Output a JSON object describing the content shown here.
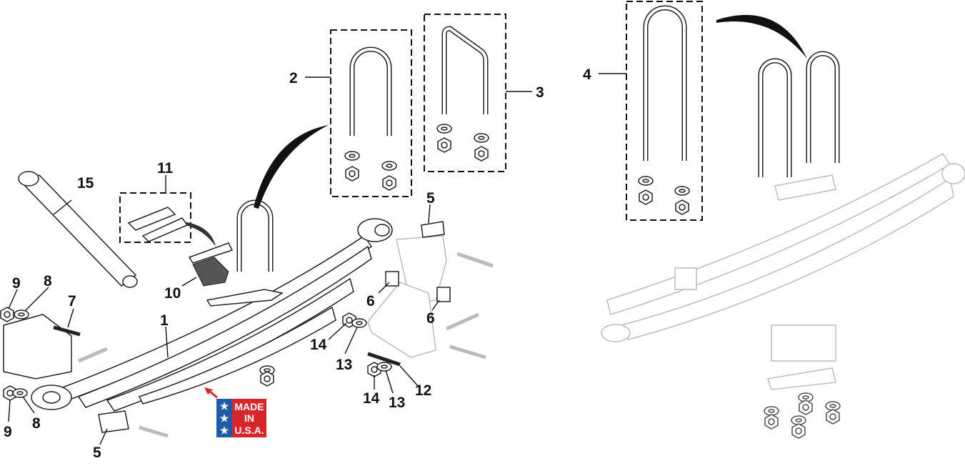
{
  "diagram": {
    "title": "Leaf spring suspension parts diagram",
    "callouts": {
      "c1": "1",
      "c2": "2",
      "c3": "3",
      "c4": "4",
      "c5a": "5",
      "c5b": "5",
      "c6a": "6",
      "c6b": "6",
      "c7": "7",
      "c8a": "8",
      "c8b": "8",
      "c9a": "9",
      "c9b": "9",
      "c10": "10",
      "c11": "11",
      "c12": "12",
      "c13a": "13",
      "c13b": "13",
      "c14a": "14",
      "c14b": "14",
      "c15": "15"
    },
    "badge": {
      "line1": "MADE",
      "line2": "IN",
      "line3": "U.S.A.",
      "red": "#d7262b",
      "blue": "#1f5ba8"
    }
  }
}
